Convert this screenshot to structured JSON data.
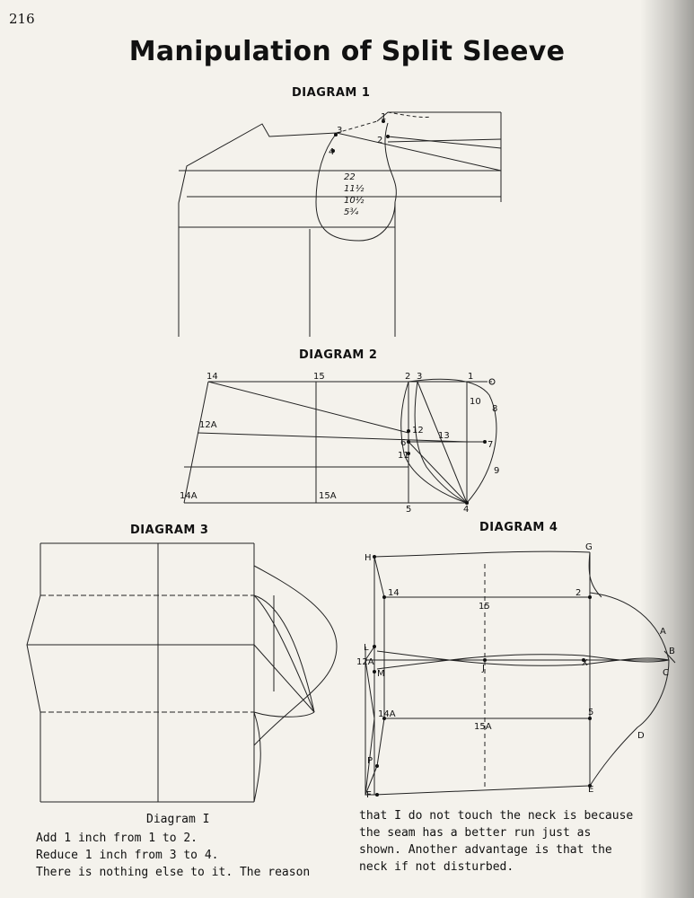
{
  "page_number": "216",
  "title": "Manipulation of Split Sleeve",
  "diagram_labels": {
    "d1": "DIAGRAM 1",
    "d2": "DIAGRAM 2",
    "d3": "DIAGRAM 3",
    "d4": "DIAGRAM 4"
  },
  "diagram1_points": {
    "p1": "1",
    "p2": "2",
    "p3": "3",
    "p4": "4",
    "m22": "22",
    "m11": "11½",
    "m10": "10½",
    "m5": "5¾"
  },
  "diagram2_points": {
    "p14": "14",
    "p15": "15",
    "p2": "2",
    "p3": "3",
    "p1": "1",
    "p10": "10",
    "p8": "8",
    "p12A": "12A",
    "p12": "12",
    "p13": "13",
    "p6": "6",
    "p7": "7",
    "p11": "11",
    "p9": "9",
    "p14A": "14A",
    "p15A": "15A",
    "p5": "5",
    "p4": "4"
  },
  "diagram4_points": {
    "H": "H",
    "G": "G",
    "p14": "14",
    "p15": "15",
    "p2": "2",
    "A": "A",
    "B": "B",
    "C": "C",
    "L": "L",
    "p12A": "12A",
    "M": "M",
    "J": "J",
    "X": "X",
    "p14A": "14A",
    "p15A": "15A",
    "p5": "5",
    "D": "D",
    "P": "P",
    "F": "F",
    "E": "E"
  },
  "caption": {
    "heading": "Diagram I",
    "left": [
      "Add 1 inch from 1 to 2.",
      "Reduce 1 inch from 3 to 4.",
      "There is nothing else to it.  The reason"
    ],
    "right": [
      "that I do not touch the neck is because",
      "the seam has a better run just as",
      "shown.  Another advantage is that the",
      "neck if not disturbed."
    ]
  }
}
